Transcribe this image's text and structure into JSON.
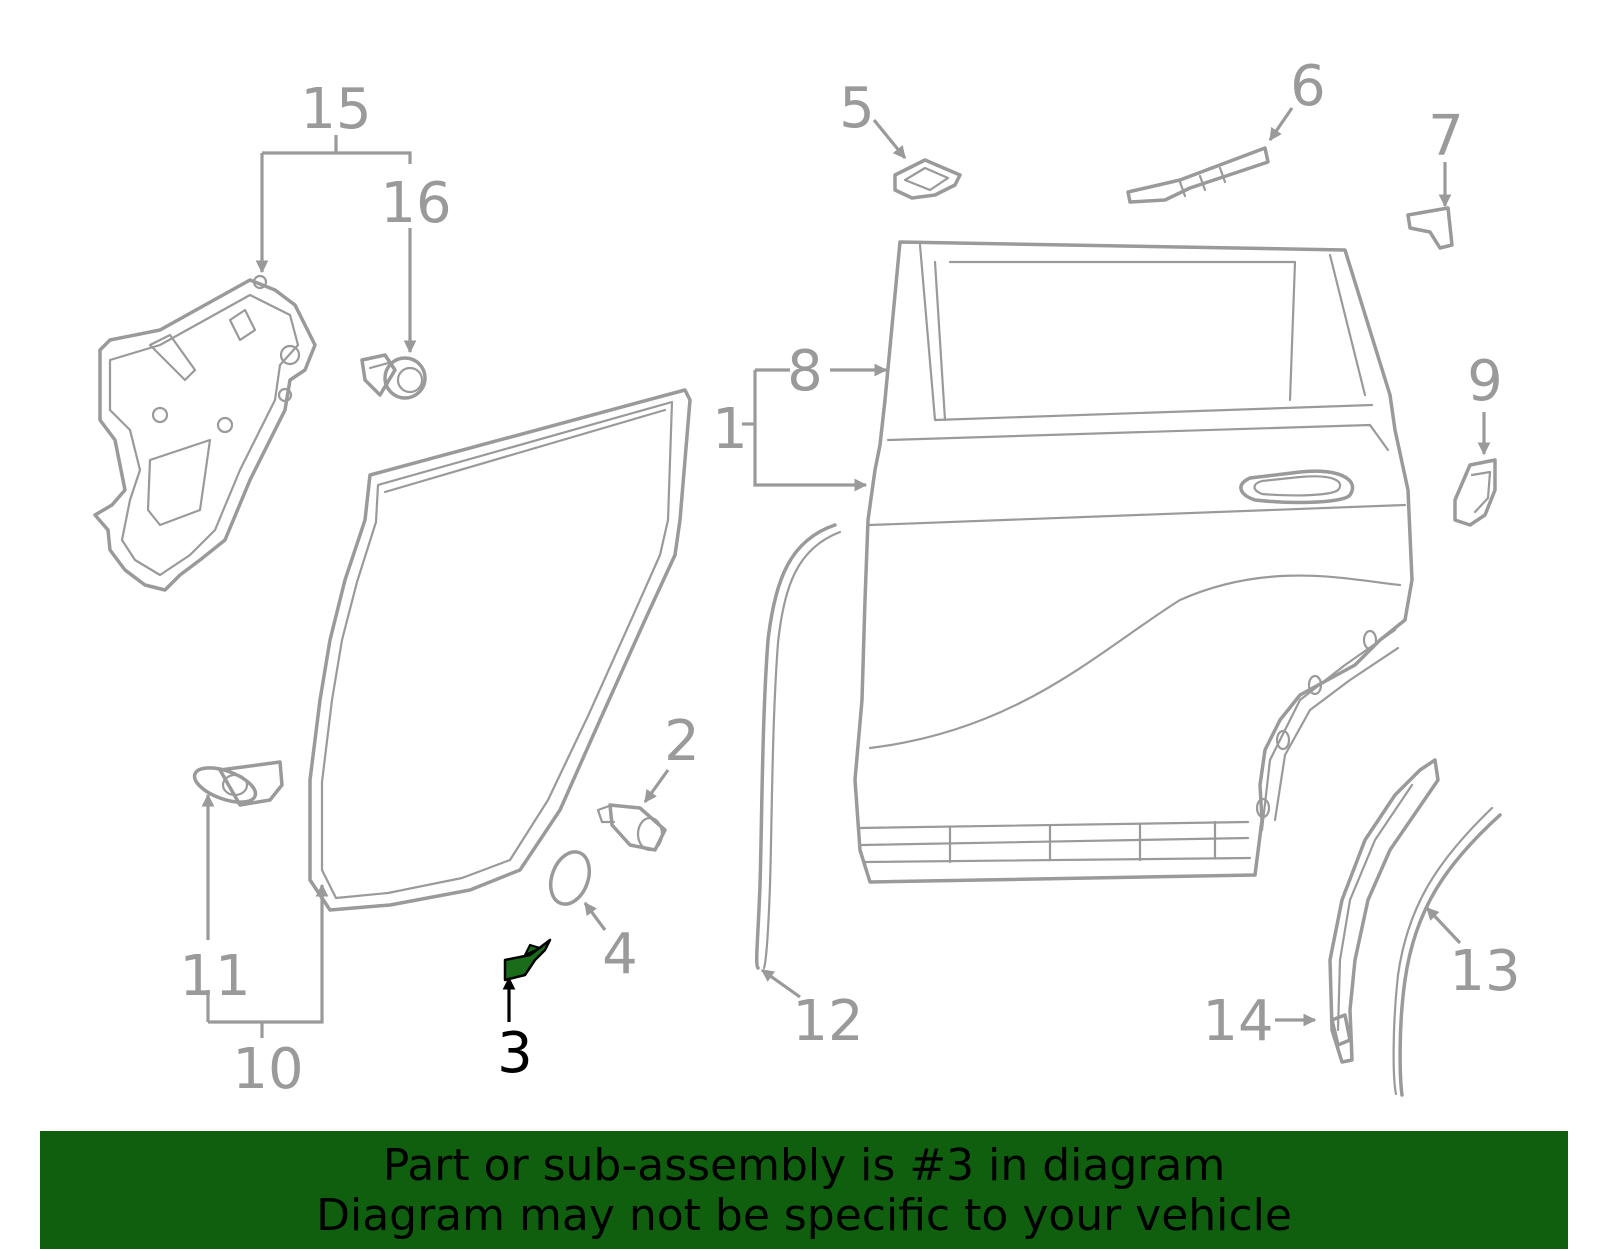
{
  "diagram": {
    "highlighted_part": "3",
    "highlight_color": "#1a6b1a",
    "line_color": "#9a9a9a",
    "callouts": [
      "1",
      "2",
      "3",
      "4",
      "5",
      "6",
      "7",
      "8",
      "9",
      "10",
      "11",
      "12",
      "13",
      "14",
      "15",
      "16"
    ]
  },
  "banner": {
    "line1": "Part or sub-assembly is #3 in diagram",
    "line2": "Diagram may not be specific to your vehicle",
    "background": "#0f5f0f"
  }
}
